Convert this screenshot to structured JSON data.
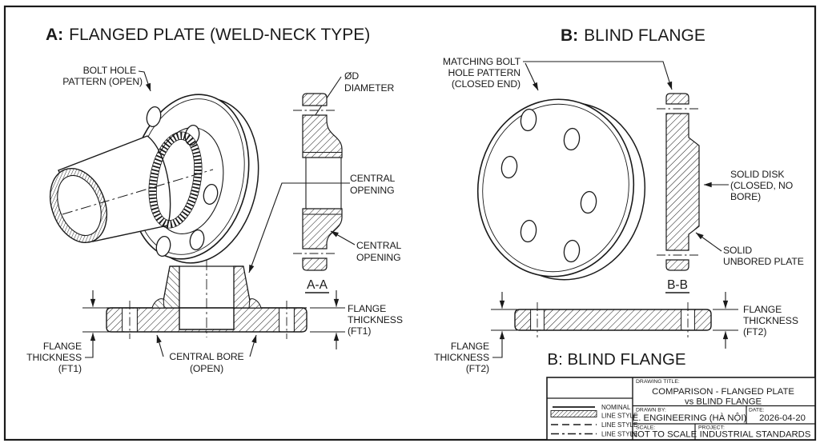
{
  "page": {
    "section_a": {
      "title_prefix": "A:",
      "title_rest": "FLANGED PLATE (WELD-NECK TYPE)",
      "label_bolt_hole": [
        "BOLT HOLE",
        "PATTERN (OPEN)"
      ],
      "label_od": [
        "ØD",
        "DIAMETER"
      ],
      "label_central_opening_top": [
        "CENTRAL",
        "OPENING"
      ],
      "label_central_opening_bottom": [
        "CENTRAL",
        "OPENING"
      ],
      "section_mark": "A-A",
      "label_ft_left": [
        "FLANGE",
        "THICKNESS",
        "(FT1)"
      ],
      "label_ft_right": [
        "FLANGE",
        "THICKNESS",
        "(FT1)"
      ],
      "label_central_bore": [
        "CENTRAL BORE",
        "(OPEN)"
      ]
    },
    "section_b": {
      "title_prefix": "B:",
      "title_rest": "BLIND FLANGE",
      "label_matching_bolt": [
        "MATCHING BOLT",
        "HOLE PATTERN",
        "(CLOSED END)"
      ],
      "label_solid_disk": [
        "SOLID DISK",
        "(CLOSED, NO",
        "BORE)"
      ],
      "label_solid_unbored": [
        "SOLID",
        "UNBORED PLATE"
      ],
      "section_mark": "B-B",
      "label_ft_left": [
        "FLANGE",
        "THICKNESS",
        "(FT2)"
      ],
      "label_ft_right": [
        "FLANGE",
        "THICKNESS",
        "(FT2)"
      ],
      "caption": "B: BLIND FLANGE"
    },
    "title_block": {
      "drawing_title_label": "DRAWING TITLE:",
      "drawing_title_line1": "COMPARISON - FLANGED PLATE",
      "drawing_title_line2": "vs BLIND FLANGE",
      "drawn_by_label": "DRAWN BY:",
      "drawn_by": "E. ENGINEERING (HÀ NỘI)",
      "date_label": "DATE:",
      "date": "2026-04-20",
      "scale_label": "SCALE:",
      "scale": "NOT TO SCALE",
      "project_label": "PROJECT:",
      "project": "INDUSTRIAL STANDARDS",
      "legend": {
        "row1_label": "NOMINAL",
        "row2_label": "LINE STYLE",
        "row3_label": "LINE STYLE",
        "row4_label": "LINE STYLE"
      }
    },
    "colors": {
      "ink": "#1a1a1a",
      "paper": "#ffffff"
    }
  }
}
